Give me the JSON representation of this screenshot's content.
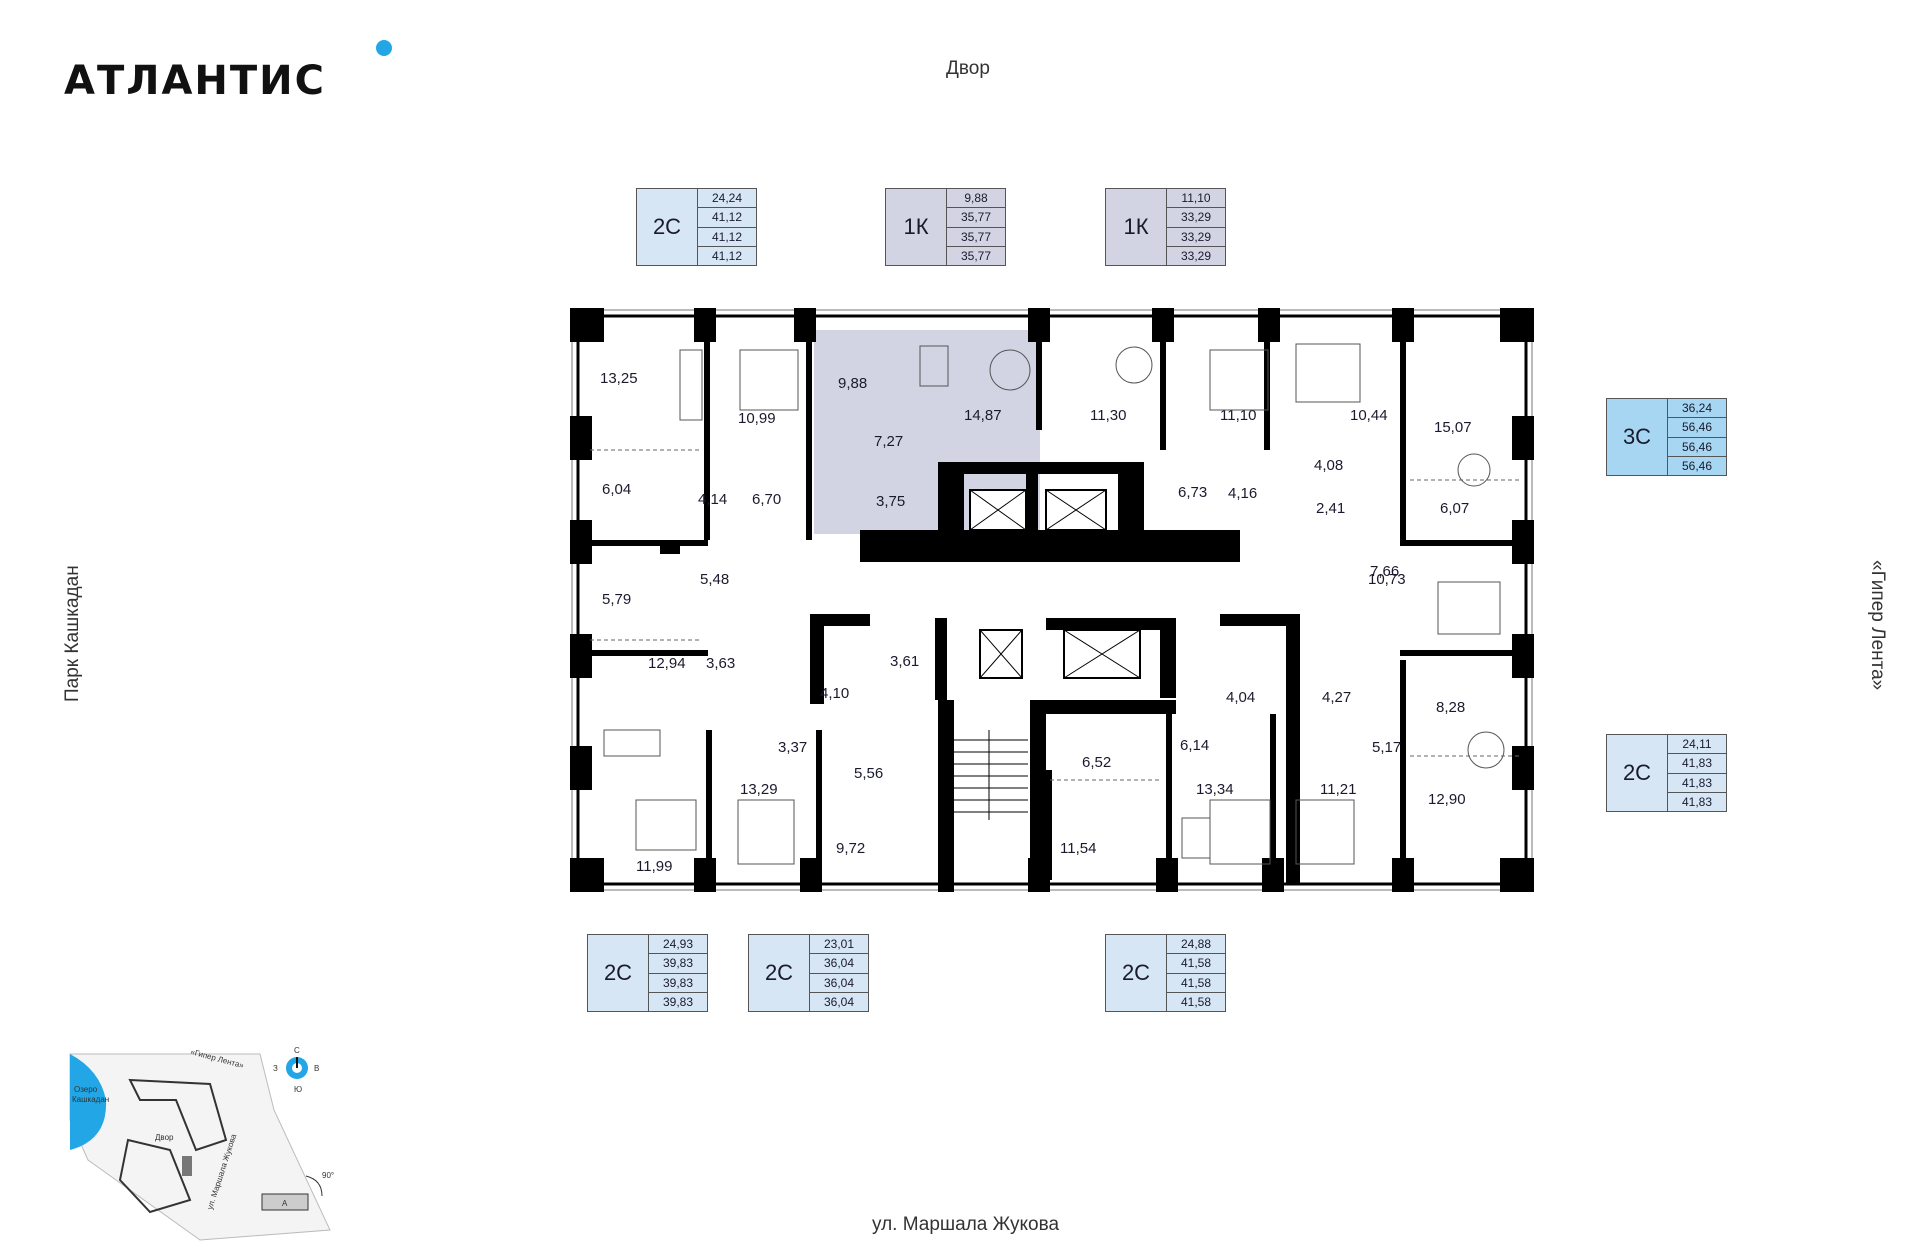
{
  "brand": {
    "logo_text": "АТЛАНТИС"
  },
  "orientation": {
    "top": "Двор",
    "bottom": "ул. Маршала Жукова",
    "left": "Парк Кашкадан",
    "right": "«Гипер Лента»"
  },
  "legends": [
    {
      "type": "2С",
      "values": [
        "24,24",
        "41,12",
        "41,12",
        "41,12"
      ],
      "color": "#d6e6f5"
    },
    {
      "type": "1К",
      "values": [
        "9,88",
        "35,77",
        "35,77",
        "35,77"
      ],
      "color": "#d2d4e4"
    },
    {
      "type": "1К",
      "values": [
        "11,10",
        "33,29",
        "33,29",
        "33,29"
      ],
      "color": "#d2d4e4"
    },
    {
      "type": "3С",
      "values": [
        "36,24",
        "56,46",
        "56,46",
        "56,46"
      ],
      "color": "#a6d6f2"
    },
    {
      "type": "2С",
      "values": [
        "24,11",
        "41,83",
        "41,83",
        "41,83"
      ],
      "color": "#d6e6f5"
    },
    {
      "type": "2С",
      "values": [
        "24,93",
        "39,83",
        "39,83",
        "39,83"
      ],
      "color": "#d6e6f5"
    },
    {
      "type": "2С",
      "values": [
        "23,01",
        "36,04",
        "36,04",
        "36,04"
      ],
      "color": "#d6e6f5"
    },
    {
      "type": "2С",
      "values": [
        "24,88",
        "41,58",
        "41,58",
        "41,58"
      ],
      "color": "#d6e6f5"
    }
  ],
  "rooms": [
    "13,25",
    "10,99",
    "9,88",
    "14,87",
    "11,30",
    "11,10",
    "10,44",
    "15,07",
    "7,27",
    "6,04",
    "4,14",
    "6,70",
    "3,75",
    "6,73",
    "4,16",
    "4,08",
    "2,41",
    "6,07",
    "5,48",
    "5,79",
    "7,66",
    "10,73",
    "12,94",
    "3,63",
    "4,10",
    "3,61",
    "4,04",
    "4,27",
    "8,28",
    "3,37",
    "5,56",
    "6,52",
    "6,14",
    "5,17",
    "13,29",
    "13,34",
    "11,21",
    "12,90",
    "9,72",
    "11,54",
    "11,99"
  ],
  "inset_map": {
    "compass": {
      "n": "С",
      "s": "Ю",
      "w": "З",
      "e": "В"
    },
    "lake_label": [
      "Озеро",
      "Кашкадан"
    ],
    "store_label": "«Гипер Лента»",
    "yard_label": "Двор",
    "street_label": "ул. Маршала Жукова",
    "rotation": "90°",
    "section": "А"
  },
  "colors": {
    "accent": "#22a6e6",
    "wall": "#000000",
    "highlight": "#d2d4e4"
  }
}
